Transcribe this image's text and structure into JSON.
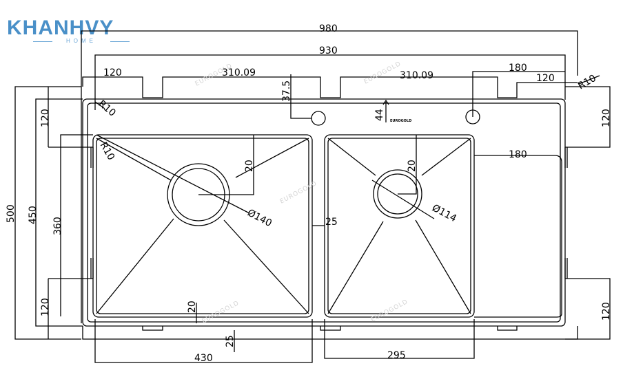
{
  "logo": {
    "brand": "KHANHVY",
    "subtitle": "HOME",
    "color": "#4a90c8"
  },
  "dimensions": {
    "overall_width": "980",
    "inner_width": "930",
    "left_top_offset": "120",
    "left_bowl_segment": "310.09",
    "right_bowl_segment": "310.09",
    "faucet_offset": "37.5",
    "faucet_hole_spacing": "180",
    "right_top_offset": "120",
    "corner_radius_top_right": "R10",
    "corner_radius_top_left": "R10",
    "corner_radius_bowl": "R10",
    "deck_height": "44",
    "left_edge_top": "120",
    "right_edge_top": "120",
    "right_edge_bottom": "120",
    "left_edge_bottom": "120",
    "drainboard_width": "180",
    "overall_depth": "500",
    "inner_depth": "450",
    "bowl_depth": "360",
    "left_drain_offset": "20",
    "left_drain_diameter": "Ø140",
    "right_drain_offset": "20",
    "right_drain_diameter": "Ø114",
    "divider_width": "25",
    "bottom_offset": "20",
    "bottom_depth_offset": "25",
    "left_bowl_width": "430",
    "right_bowl_width": "295"
  },
  "brand_mark": "EUROGOLD",
  "watermark": "EUROGOLD"
}
